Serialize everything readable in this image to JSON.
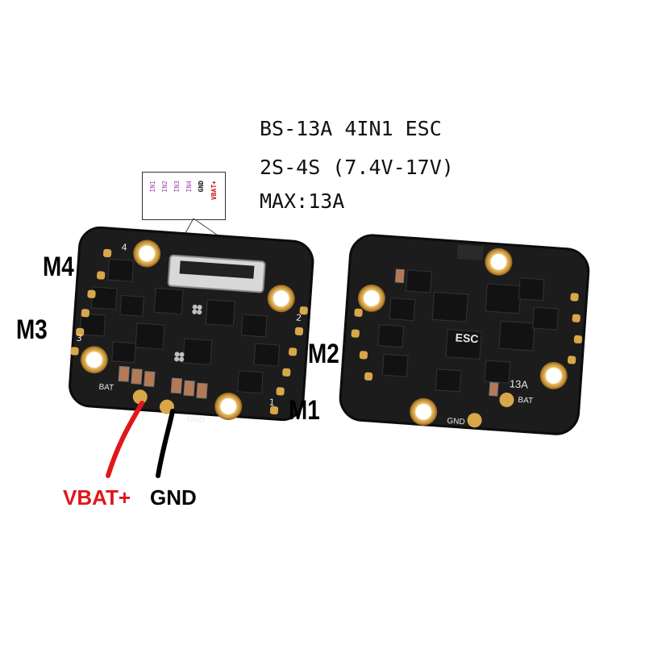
{
  "specs": {
    "line1": "BS-13A 4IN1 ESC",
    "line2": "2S-4S (7.4V-17V)",
    "line3": "MAX:13A"
  },
  "motors": {
    "m1": "M1",
    "m2": "M2",
    "m3": "M3",
    "m4": "M4"
  },
  "connector_pins": [
    "IN1",
    "IN2",
    "IN3",
    "IN4",
    "GND",
    "VBAT+"
  ],
  "wires": {
    "positive_label": "VBAT+",
    "ground_label": "GND",
    "positive_color": "#e0161b",
    "ground_color": "#000000"
  },
  "board_silkscreen": {
    "front_bat": "BAT",
    "front_gnd": "GND",
    "back_esc": "ESC",
    "back_rating": "13A",
    "back_bat": "BAT",
    "back_gnd": "GND",
    "pad_numbers": [
      "1",
      "2",
      "3",
      "4"
    ]
  },
  "colors": {
    "pcb": "#1b1b1b",
    "gold": "#d9a64a",
    "pin_label_purple": "#9b3fb0",
    "pin_label_red": "#cc1111"
  }
}
